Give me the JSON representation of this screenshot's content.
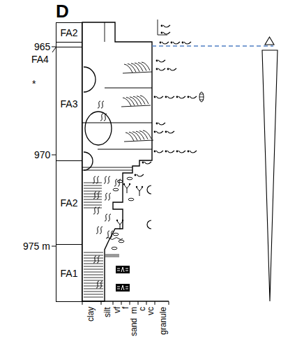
{
  "diagram": {
    "nodes": [
      {
        "text": [
          "FA2"
        ]
      },
      {
        "text": [
          "FA4"
        ]
      },
      {
        "text": [
          "FA3"
        ]
      },
      {
        "text": [
          "FA2"
        ]
      },
      {
        "text": [
          "FA1"
        ]
      }
    ],
    "labels": [
      "D",
      "965",
      "970",
      "975 m",
      "*",
      "clay",
      "silt",
      "vf",
      "f",
      "m",
      "sand",
      "c",
      "vc",
      "granule"
    ]
  }
}
